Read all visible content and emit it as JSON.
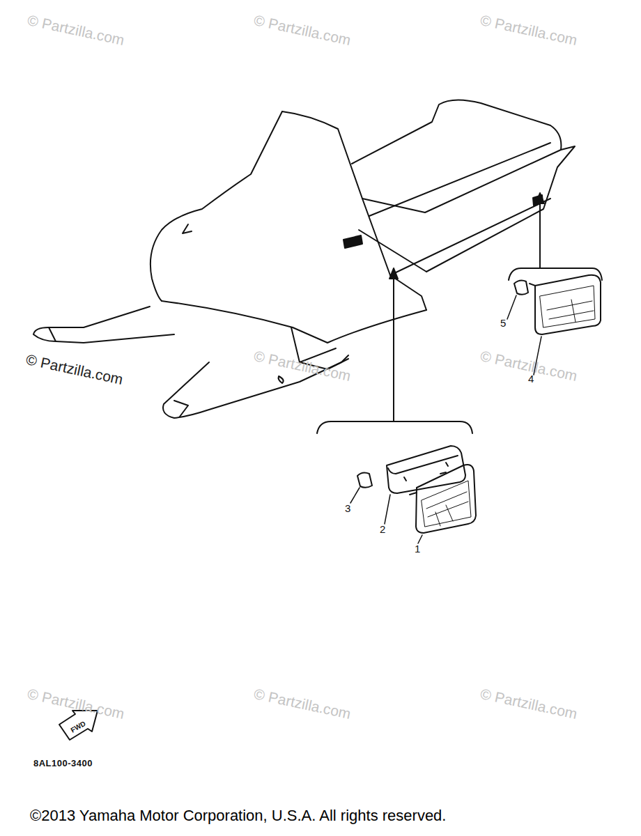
{
  "diagram": {
    "caption": "©2013 Yamaha Motor Corporation, U.S.A. All rights reserved.",
    "labels": [
      "© Partzilla.com",
      "© Partzilla.com",
      "© Partzilla.com",
      "© Partzilla.com",
      "© Partzilla.com",
      "© Partzilla.com",
      "© Partzilla.com",
      "© Partzilla.com",
      "© Partzilla.com",
      "5",
      "4",
      "3",
      "2",
      "1",
      "FWD",
      "8AL100-3400"
    ]
  }
}
